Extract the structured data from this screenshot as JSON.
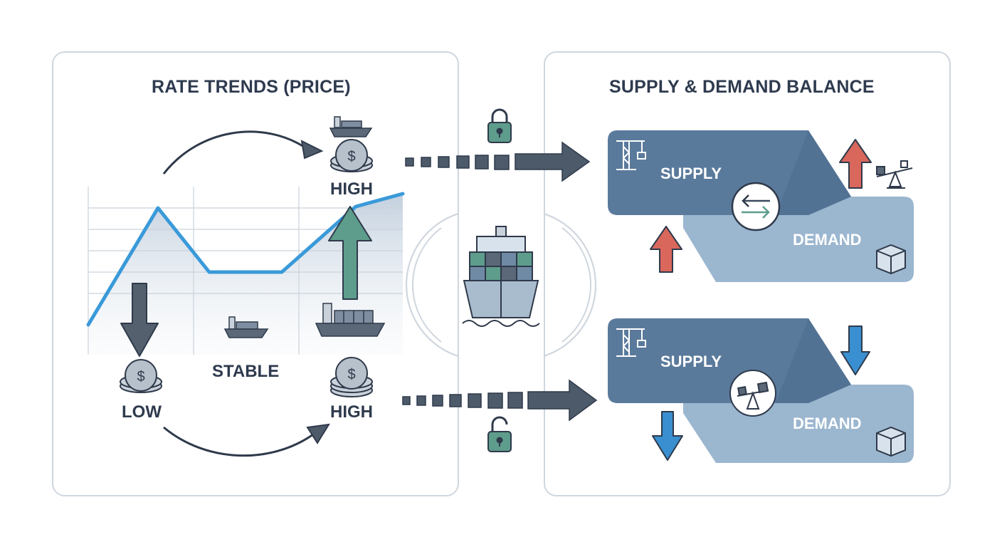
{
  "left_panel": {
    "title": "RATE TRENDS (PRICE)",
    "labels": {
      "high_top": "HIGH",
      "low": "LOW",
      "stable": "STABLE",
      "high_bottom": "HIGH"
    }
  },
  "right_panel": {
    "title": "SUPPLY & DEMAND BALANCE",
    "top_pair": {
      "supply": "SUPPLY",
      "demand": "DEMAND"
    },
    "bottom_pair": {
      "supply": "SUPPLY",
      "demand": "DEMAND"
    }
  },
  "colors": {
    "panel_border": "#cfd6de",
    "title_text": "#2e3a4e",
    "trend_line": "#3a9ad9",
    "supply_box": "#5a7a9c",
    "demand_box": "#9bb6cf",
    "arrow_dark": "#4d5a6a",
    "arrow_teal": "#5e9c8c",
    "arrow_red": "#d9675c",
    "arrow_blue": "#3a8fd0",
    "lock": "#5e9c8c"
  },
  "icons": [
    "ship-icon",
    "coin-stack-icon",
    "lock-icon",
    "unlock-icon",
    "crane-icon",
    "box-icon",
    "balance-scale-icon",
    "swap-icon",
    "container-ship-icon"
  ]
}
